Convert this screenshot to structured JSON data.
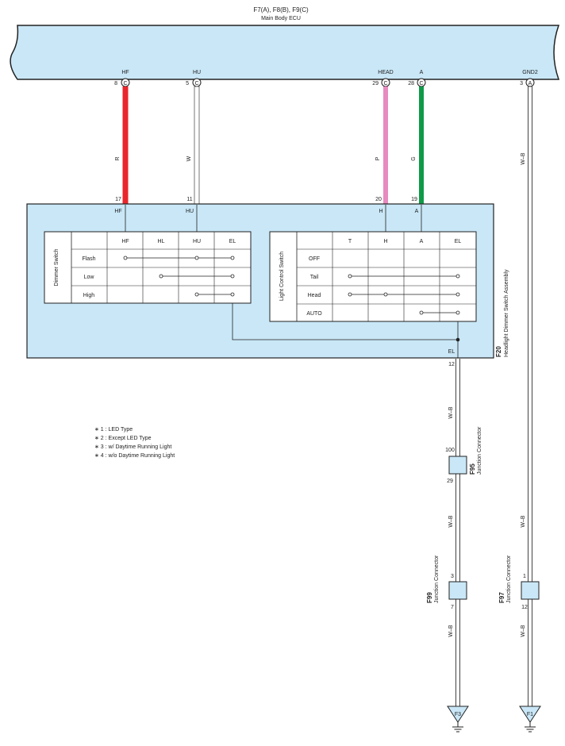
{
  "ecu": {
    "connectors": "F7(A), F8(B), F9(C)",
    "name": "Main Body ECU",
    "pins": [
      {
        "label": "HF",
        "num": "8",
        "letter": "C"
      },
      {
        "label": "HU",
        "num": "5",
        "letter": "C"
      },
      {
        "label": "HEAD",
        "num": "29",
        "letter": "C"
      },
      {
        "label": "A",
        "num": "28",
        "letter": "C"
      },
      {
        "label": "GND2",
        "num": "3",
        "letter": "A"
      }
    ]
  },
  "wires": [
    {
      "color_code": "R",
      "hex": "#e8262b"
    },
    {
      "color_code": "W",
      "hex": "#ffffff"
    },
    {
      "color_code": "P",
      "hex": "#e88abf"
    },
    {
      "color_code": "G",
      "hex": "#0f9a48"
    },
    {
      "color_code": "W–B",
      "hex": "#ffffff"
    }
  ],
  "switch_assembly": {
    "id": "F20",
    "name": "Headlight Dimmer Switch Assembly",
    "top_pins": [
      {
        "num": "17",
        "label": "HF"
      },
      {
        "num": "11",
        "label": "HU"
      },
      {
        "num": "20",
        "label": "H"
      },
      {
        "num": "19",
        "label": "A"
      }
    ],
    "bottom_pin": {
      "label": "EL",
      "num": "12"
    },
    "dimmer_switch": {
      "title": "Dimmer Switch",
      "columns": [
        "HF",
        "HL",
        "HU",
        "EL"
      ],
      "rows": [
        "Flash",
        "Low",
        "High"
      ]
    },
    "light_control_switch": {
      "title": "Light Control Switch",
      "columns": [
        "T",
        "H",
        "A",
        "EL"
      ],
      "rows": [
        "OFF",
        "Tail",
        "Head",
        "AUTO"
      ]
    }
  },
  "notes": [
    "∗ 1 : LED Type",
    "∗ 2 : Except LED Type",
    "∗ 3 : w/ Daytime Running Light",
    "∗ 4 : w/o Daytime Running Light"
  ],
  "junctions": [
    {
      "id": "F95",
      "name": "Junction Connector",
      "pin_in": "100",
      "pin_out": "29"
    },
    {
      "id": "F99",
      "name": "Junction Connector",
      "pin_in": "3",
      "pin_out": "7"
    },
    {
      "id": "F97",
      "name": "Junction Connector",
      "pin_in": "1",
      "pin_out": "12"
    }
  ],
  "grounds": [
    {
      "label": "F3"
    },
    {
      "label": "F1"
    }
  ],
  "colors": {
    "fill_blue": "#c9e7f7",
    "line": "#222222"
  }
}
